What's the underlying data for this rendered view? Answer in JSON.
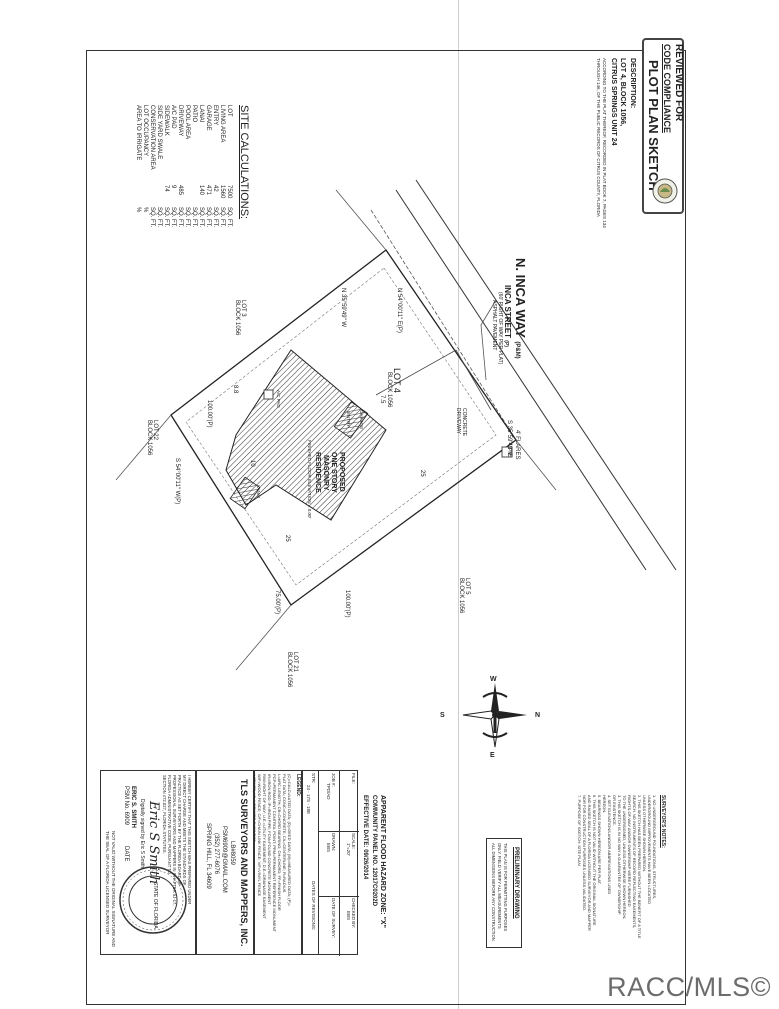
{
  "stamp": {
    "reviewed": "REVIEWED FOR",
    "compliance": "CODE COMPLIANCE",
    "title": "PLOT PLAN SKETCH"
  },
  "description": {
    "heading": "DESCRIPTION:",
    "lot": "LOT 4, BLOCK 1056,",
    "subdivision": "CITRUS SPRINGS UNIT 24",
    "line1": "ACCORDING TO THE PLAT THEREOF, RECORDED IN PLAT BOOK 7, PAGES 134",
    "line2": "THROUGH 146, OF THE PUBLIC RECORDS OF CITRUS COUNTY, FLORIDA"
  },
  "site_calc": {
    "heading": "SITE CALCULATIONS:",
    "rows": [
      {
        "label": "LOT",
        "value": "7500",
        "unit": "SQ. FT."
      },
      {
        "label": "LIVING AREA",
        "value": "1560",
        "unit": "SQ. FT."
      },
      {
        "label": "ENTRY",
        "value": "42",
        "unit": "SQ. FT."
      },
      {
        "label": "GARAGE",
        "value": "471",
        "unit": "SQ. FT."
      },
      {
        "label": "LANAI",
        "value": "140",
        "unit": "SQ. FT."
      },
      {
        "label": "PATIO",
        "value": "",
        "unit": "SQ. FT."
      },
      {
        "label": "POOL AREA",
        "value": "",
        "unit": "SQ. FT."
      },
      {
        "label": "DRIVEWAY",
        "value": "485",
        "unit": "SQ. FT."
      },
      {
        "label": "A/C PAD",
        "value": "9",
        "unit": "SQ. FT."
      },
      {
        "label": "SIDEWALK",
        "value": "74",
        "unit": "SQ. FT."
      },
      {
        "label": "SIDE YARD SWALE",
        "value": "",
        "unit": "SQ. FT."
      },
      {
        "label": "CONSERVATION AREA",
        "value": "",
        "unit": "SQ. FT."
      },
      {
        "label": "LOT OCCUPANCY",
        "value": "",
        "unit": "%"
      },
      {
        "label": "AREA TO IRRIGATE",
        "value": "",
        "unit": "%"
      }
    ]
  },
  "road": {
    "name": "N. INCA WAY",
    "suffix": "(P&M)",
    "street": "INCA STREET",
    "street_suffix": "(P)",
    "row_note": "(60' RIGHT OF WAY PER PLAT)",
    "surface": "ASPHALT PAVEMENT"
  },
  "plan": {
    "bearing_north": "N 54°00'11\" E(P)",
    "bearing_south": "S 54°00'11\" W(P)",
    "bearing_east": "S 35°59'49\" E",
    "bearing_west": "N 35°59'49\" W",
    "dist_100_left": "100.00'(P)",
    "dist_100_right": "100.00'(P)",
    "dist_75_top": "75.00'(P)",
    "dist_75_bottom": "75.00'(P)",
    "lot4": "LOT 4",
    "lot4_block": "BLOCK 1056",
    "lot3": "LOT 3",
    "lot3_block": "BLOCK 1056",
    "lot5": "LOT 5",
    "lot5_block": "BLOCK 1056",
    "lot22": "LOT 22",
    "lot22_block": "BLOCK 1056",
    "lot21": "LOT 21",
    "lot21_block": "BLOCK 1056",
    "house1": "PROPOSED",
    "house2": "ONE STORY",
    "house3": "MASONRY",
    "house4": "RESIDENCE",
    "house5": "FINISHED FLOOR ELEVATION = 0.00'",
    "driveway1": "CONCRETE",
    "driveway2": "DRIVEWAY",
    "entry": "ENTRY",
    "garage": "GARAGE",
    "lanai": "LANAI",
    "pad": "A/C PAD",
    "pm": "PM",
    "flares": "4' FLARES",
    "d25a": "25",
    "d25b": "25",
    "d10": "10",
    "d7": "7.5",
    "d8": "8.8"
  },
  "compass": {
    "n": "N",
    "w": "W",
    "s": "S",
    "e": "E"
  },
  "surveyor_notes": {
    "heading": "SURVEYOR'S NOTES:",
    "notes": [
      "1. NO UNDERGROUND FOUNDATIONS, STRUCTURES,",
      "   UNDERGROUND IMPROVEMENTS HAVE BEEN LOCATED",
      "   UNLESS OTHERWISE SHOWN HEREON.",
      "2. THIS SKETCH HAS BEEN PREPARED WITHOUT THE BENEFIT OF A TITLE",
      "   SEARCH. NO INSTRUMENTS OF RECORD REFLECTING EASEMENTS,",
      "   RIGHTS-OF-WAY AND/OR OWNERSHIP WERE FURNISHED",
      "   TO THE UNDERSIGNED, UNLESS OTHERWISE SHOWN HEREON.",
      "3. THIS SKETCH IS IN NO WAY A GUARANTEE OF OWNERSHIP",
      "   OR EXISTENCE.",
      "4. SET ELEVATIONS AND/OR ABBREVIATIONS USED",
      "   HEREON.",
      "5. BEARINGS SHOWN HEREON ARE PER PLAT.",
      "6. THIS SKETCH IS NOT VALID WITHOUT THE ORIGINAL SIGNATURE",
      "   AND RAISED SEAL OF A FLORIDA LICENSED SURVEYOR AND MAPPER",
      "   NOR FOR CONSTRUCTION PURPOSES UNLESS VALIDATED.",
      "7. PURPOSE OF SKETCH: SITE PLAN"
    ]
  },
  "preliminary": {
    "heading": "PRELIMINARY DRAWING",
    "line1": "THIS PLAN IS FOR PERMITTING PURPOSES",
    "line2": "ONLY. FIELD VERIFY ALL MEASUREMENTS",
    "line3": "ALL DIMENSIONS BEFORE ANY CONSTRUCTION"
  },
  "flood": {
    "title": "APPARENT FLOOD HAZARD ZONE: \"X\"",
    "panel": "COMMUNITY PANEL NO. 12017C0202D",
    "effective": "EFFECTIVE DATE: 09/26/2014"
  },
  "info_table": {
    "file_label": "FILE:",
    "scale_label": "SCALE:",
    "scale_value": "1\"=20'",
    "drawn_label": "DRAWN:",
    "drawn_value": "EBS",
    "checked_label": "CHECKED BY:",
    "checked_value": "EBS",
    "job_label": "JOB #:",
    "job_value": "TPD/AD",
    "date_label": "DATE OF SURVEY:",
    "str_label": "STR:",
    "str_value": "24 - 17S - 18E",
    "dates_label": "DATES OF REVISIONS:"
  },
  "legend": {
    "heading": "LEGEND:",
    "lines": [
      "(C)=CALCULATED DATA; (D)=DEED DATA; (M)=MEASURED DATA; (P)=",
      "PLAT DATA; CONC=CONCRETE; C/L=CENTERLINE; R=RADIUS",
      "L=ARC LENGTH; CB=CHORD BEARING; CH=CHORD; FF=FINISH FLOOR",
      "PCP=PERMANENT CONTROL POINT; PRM=PERMANENT REFERENCE MONUMENT",
      "IR=IRON ROD; IP=IRON PIPE; FCM=FOUND CONCRETE MONUMENT",
      "R/W=RIGHT OF WAY; U.E.=UTILITY EASEMENT; D.E.=DRAINAGE EASEMENT",
      "W/F=WOOD FENCE; C/F=CHAIN LINK FENCE; V/F=VINYL FENCE",
      "# FENCE; LB=LICENSED BUSINESS"
    ]
  },
  "company": {
    "name": "TLS SURVEYORS AND MAPPERS, INC.",
    "lb": "LB#8059",
    "email": "PSM6909@GMAIL.COM",
    "phone": "(352) 277-6076",
    "address": "SPRING HILL, FL 34609"
  },
  "certification": {
    "lines": [
      "I HEREBY CERTIFY THAT THIS SKETCH WAS PREPARED UNDER",
      "MY DIRECT CHARGE AND MEETS THE STANDARDS OF",
      "PRACTICE AS SET FORTH BY THE FLORIDA BOARD OF",
      "PROFESSIONAL SURVEYORS AND MAPPERS IN CHAPTER 5J-17,",
      "FLORIDA ADMINISTRATIVE CODE, PURSUANT TO",
      "SECTION 472.027, FLORIDA STATUTES."
    ],
    "signature": "Eric S Smith",
    "signed_note": "Digitally signed by Eric S Smith",
    "name": "ERIC S. SMITH",
    "license": "PSM No. 6909",
    "date_label": "DATE",
    "notice1": "NOT VALID WITHOUT THE ORIGINAL SIGNATURE AND",
    "notice2": "THE SEAL OF A FLORIDA LICENSED SURVEYOR"
  },
  "seal": {
    "text": "STATE OF FLORIDA"
  },
  "watermark": "RACC/MLS©"
}
